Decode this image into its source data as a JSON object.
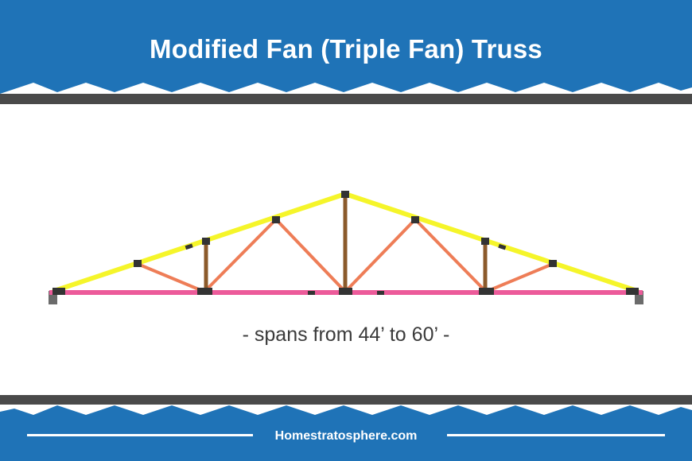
{
  "header": {
    "title": "Modified Fan (Triple Fan) Truss"
  },
  "diagram": {
    "caption": "- spans from 44’ to 60’ -"
  },
  "footer": {
    "site": "Homestratosphere.com"
  },
  "colors": {
    "band_blue": "#1f73b7",
    "dark_rail": "#4a4a4a",
    "top_chord": "#f5f52a",
    "bottom_chord": "#ec5b9a",
    "diagonal_web": "#ee7d57",
    "vertical_web": "#8b5a2b",
    "joint_plate": "#333333",
    "support_block": "#6b6b6b"
  }
}
